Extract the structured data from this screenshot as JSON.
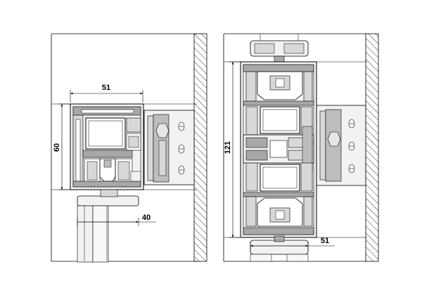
{
  "diagram": {
    "left_view": {
      "dimensions": {
        "width_top": "51",
        "height": "60",
        "width_bottom": "40"
      }
    },
    "right_view": {
      "dimensions": {
        "height": "121",
        "width_bottom": "51"
      }
    }
  },
  "colors": {
    "line": "#000000",
    "fill_light": "#f2f2f2",
    "fill_mid": "#d8d8d8",
    "fill_dark": "#a8a8a8",
    "wall_bg": "#ffffff"
  }
}
